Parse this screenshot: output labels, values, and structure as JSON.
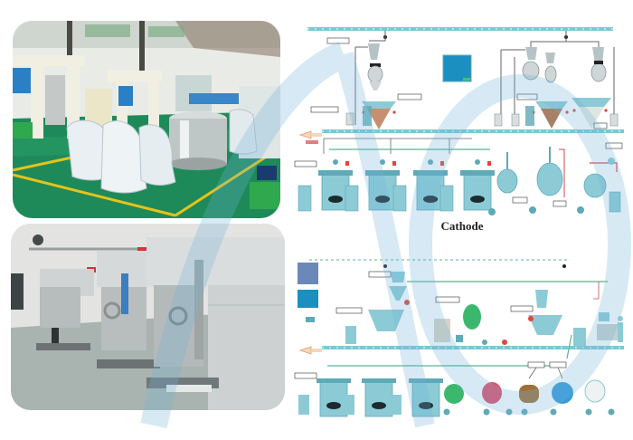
{
  "image": {
    "description": "Product showcase: factory photos of planetary/dual-shaft vacuum mixers and a lithium battery electrode slurry production flow diagram",
    "background": "#ffffff"
  },
  "photos": [
    {
      "id": "photo-top",
      "subject": "factory floor with rows of plastic-wrapped mixers, green epoxy floor with yellow lane markings",
      "colors": {
        "floor": "#1e8a5a",
        "lane_line": "#e8c21a",
        "machine_frame": "#eeeddf",
        "wrap": "#e8eef2",
        "motor": "#2b7fc4"
      }
    },
    {
      "id": "photo-bottom",
      "subject": "three large stainless-steel vacuum mixers in a row, grey concrete floor",
      "colors": {
        "floor": "#a9b3b0",
        "machine": "#c9cccc",
        "wall": "#e4e4e2",
        "cylinder": "#3a7fc2",
        "lamp": "#d8323a"
      }
    }
  ],
  "diagram": {
    "sections": [
      {
        "name": "cathode",
        "caption": "Cathode"
      },
      {
        "name": "anode",
        "caption": ""
      }
    ],
    "labels_note": "Equipment labels are small Chinese text; illegible at this resolution",
    "colors": {
      "pipe_main": "#7fc6d4",
      "vessel": "#8ccbd6",
      "vessel_dark": "#5fa9b8",
      "green_pipe": "#5bb58c",
      "red_pipe": "#d24a4a",
      "valve_red": "#e0463a",
      "tank_green": "#3cb86e",
      "tank_pink": "#e0506a",
      "tank_brown": "#a0703a",
      "tank_blue": "#3a9ad8",
      "screen": "#1a8fc0"
    }
  },
  "watermark": {
    "text": "AO",
    "color": "#6fb4d8",
    "opacity": 0.28
  }
}
